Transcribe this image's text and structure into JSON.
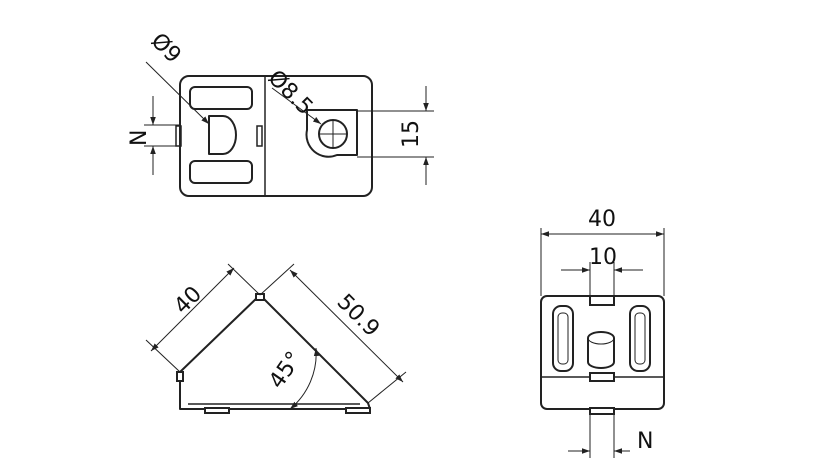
{
  "top_view": {
    "dia_small": "Ø9",
    "dia_large": "Ø8.5",
    "offset": "N",
    "height": "15"
  },
  "side_view": {
    "leg": "40",
    "hypotenuse": "50.9",
    "angle": "45°"
  },
  "front_view": {
    "width": "40",
    "key_width": "10",
    "offset": "N"
  }
}
